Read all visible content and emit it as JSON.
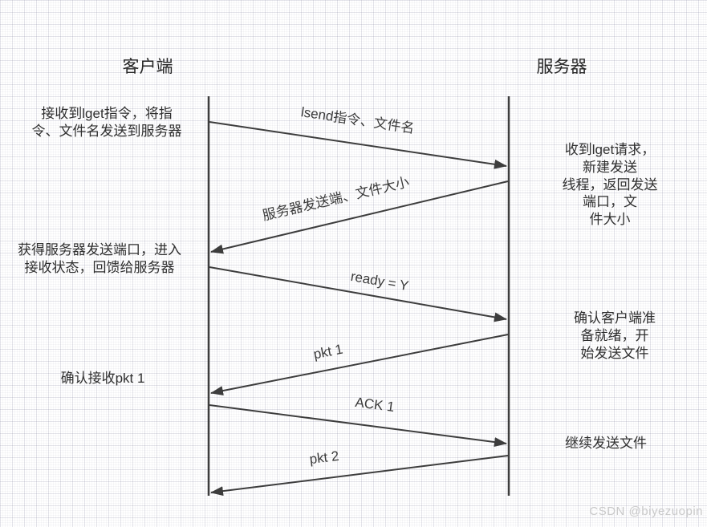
{
  "diagram": {
    "participants": [
      {
        "name": "客户端"
      },
      {
        "name": "服务器"
      }
    ],
    "messages": [
      {
        "label": "lsend指令、文件名",
        "from": "客户端",
        "to": "服务器"
      },
      {
        "label": "服务器发送端、文件大小",
        "from": "服务器",
        "to": "客户端"
      },
      {
        "label": "ready = Y",
        "from": "客户端",
        "to": "服务器"
      },
      {
        "label": "pkt 1",
        "from": "服务器",
        "to": "客户端"
      },
      {
        "label": "ACK 1",
        "from": "客户端",
        "to": "服务器"
      },
      {
        "label": "pkt 2",
        "from": "服务器",
        "to": "客户端"
      }
    ],
    "client_notes": [
      {
        "text": "接收到lget指令，将指\n令、文件名发送到服务器"
      },
      {
        "text": "获得服务器发送端口，进入\n接收状态，回馈给服务器"
      },
      {
        "text": "确认接收pkt 1"
      }
    ],
    "server_notes": [
      {
        "text": "收到lget请求，新建发送\n线程，返回发送端口，文\n件大小"
      },
      {
        "text": "确认客户端准备就绪，开\n始发送文件"
      },
      {
        "text": "继续发送文件"
      }
    ],
    "watermark": "CSDN @biyezuopin",
    "colors": {
      "line": "#3d3d3d",
      "text": "#2f2f2f",
      "watermark": "#c9c9c9"
    }
  }
}
